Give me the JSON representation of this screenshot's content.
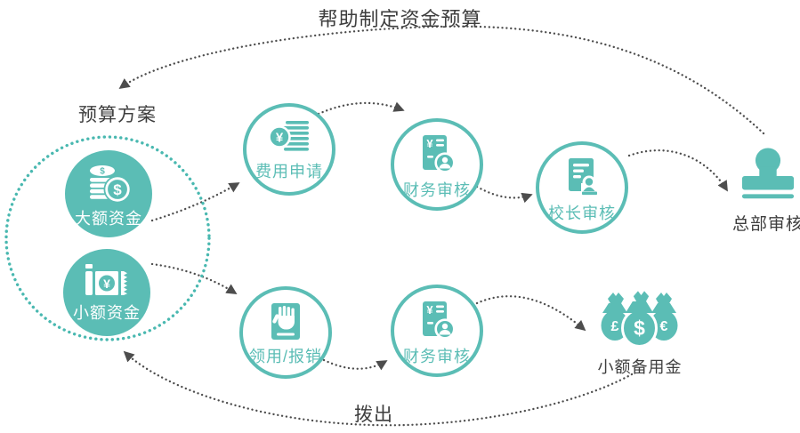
{
  "labels": {
    "top_curve": "帮助制定资金预算",
    "bottom_curve": "拨出",
    "budget_title": "预算方案"
  },
  "nodes": {
    "large_funds": {
      "label": "大额资金",
      "icon": "coins-icon"
    },
    "small_funds": {
      "label": "小额资金",
      "icon": "banknote-icon"
    },
    "expense_apply": {
      "label": "费用申请",
      "icon": "list-coin-icon"
    },
    "finance_review_top": {
      "label": "财务审核",
      "icon": "invoice-person-icon"
    },
    "principal_review": {
      "label": "校长审核",
      "icon": "document-person-icon"
    },
    "hq_review": {
      "label": "总部审核",
      "icon": "stamp-icon"
    },
    "claim_reimburse": {
      "label": "领用/报销",
      "icon": "hand-document-icon"
    },
    "finance_review_bottom": {
      "label": "财务审核",
      "icon": "invoice-person-icon"
    },
    "petty_cash": {
      "label": "小额备用金",
      "icon": "money-bags-icon"
    }
  },
  "colors": {
    "teal": "#5bbdb5",
    "dotted_circle_teal": "#49b8b0",
    "arrow_gray": "#4d4d4d",
    "text_dark": "#3e3e3e"
  }
}
